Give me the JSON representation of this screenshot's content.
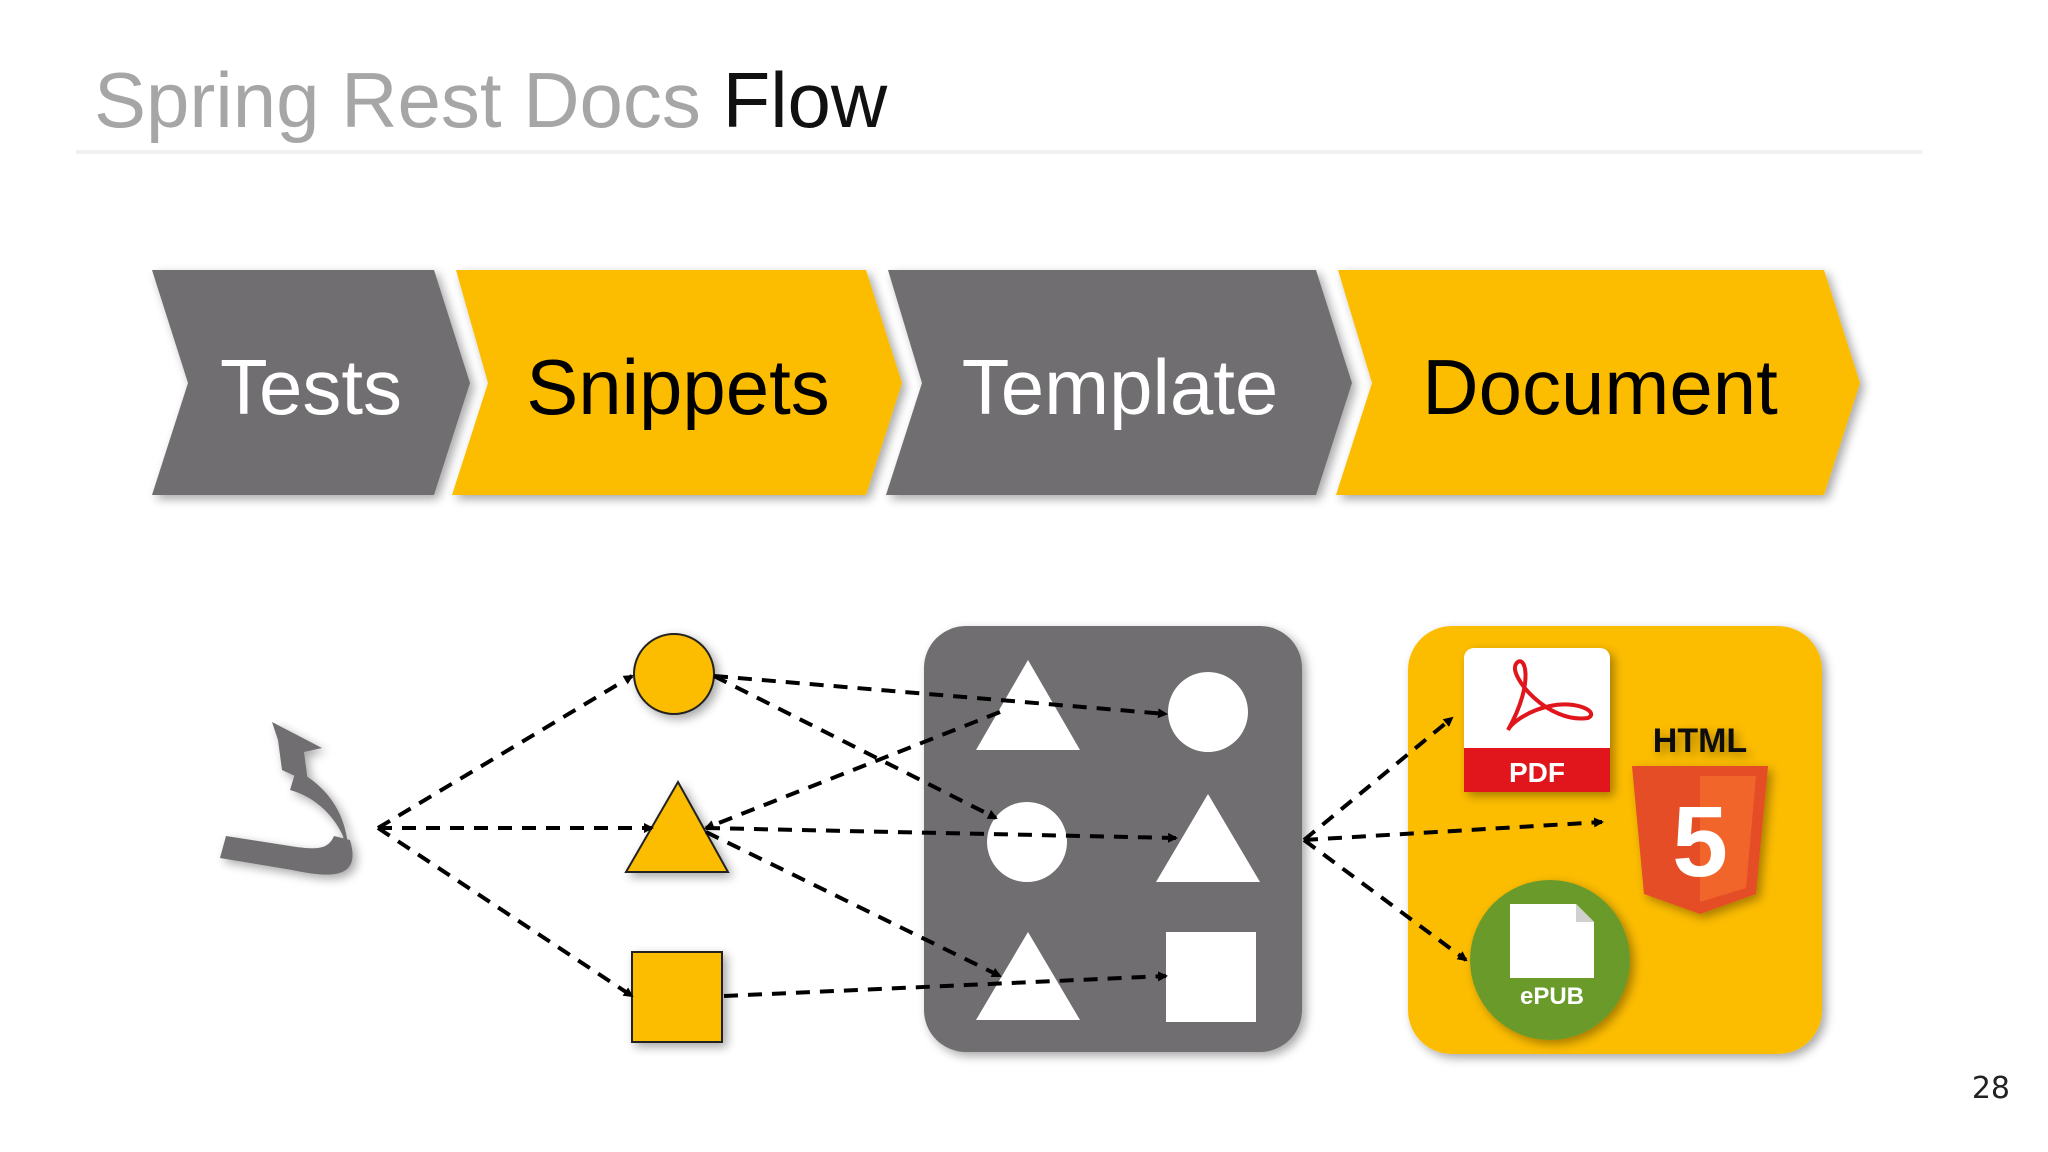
{
  "title": {
    "part1": "Spring Rest Docs",
    "part2": "Flow"
  },
  "steps": [
    {
      "label": "Tests",
      "fill": "#706e6f",
      "text_color": "#ffffff"
    },
    {
      "label": "Snippets",
      "fill": "#fcbc00",
      "text_color": "#000000"
    },
    {
      "label": "Template",
      "fill": "#706e6f",
      "text_color": "#ffffff"
    },
    {
      "label": "Document",
      "fill": "#fcbc00",
      "text_color": "#000000"
    }
  ],
  "icons": {
    "pdf": "PDF",
    "html": "HTML",
    "html_digit": "5",
    "epub": "ePUB"
  },
  "colors": {
    "gray": "#706e6f",
    "yellow": "#fcbc00",
    "pdf_red": "#e1131c",
    "html_orange": "#e44d26",
    "epub_green": "#6a9b2a"
  },
  "page_number": "28"
}
